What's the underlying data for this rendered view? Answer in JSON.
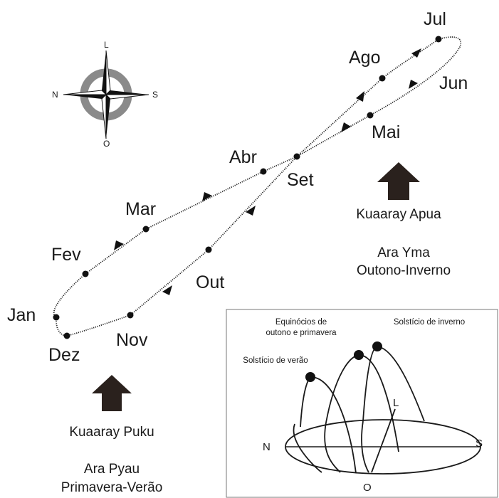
{
  "compass": {
    "top": "L",
    "left": "N",
    "right": "S",
    "bottom": "O"
  },
  "months": {
    "jul": "Jul",
    "ago": "Ago",
    "jun": "Jun",
    "mai": "Mai",
    "abr": "Abr",
    "set": "Set",
    "mar": "Mar",
    "fev": "Fev",
    "out": "Out",
    "jan": "Jan",
    "nov": "Nov",
    "dez": "Dez"
  },
  "upper_group": {
    "place": "Kuaaray Apua",
    "season_1": "Ara Yma",
    "season_2": "Outono-Inverno"
  },
  "lower_group": {
    "place": "Kuaaray Puku",
    "season_1": "Ara Pyau",
    "season_2": "Primavera-Verão"
  },
  "inset": {
    "equinox_1": "Equinócios de",
    "equinox_2": "outono e primavera",
    "winter": "Solstício de inverno",
    "summer": "Solstício de verão",
    "dir_n": "N",
    "dir_s": "S",
    "dir_l": "L",
    "dir_o": "O"
  }
}
